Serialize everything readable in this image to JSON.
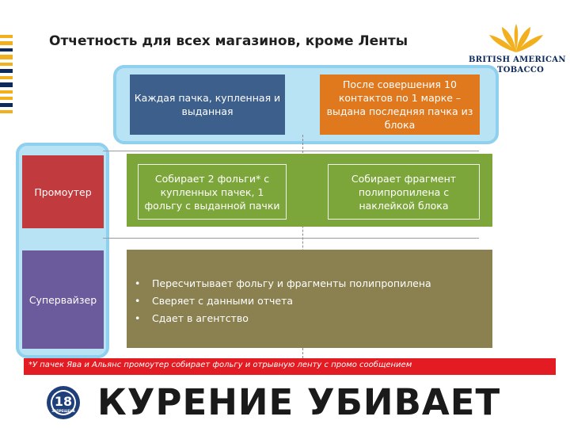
{
  "slide": {
    "title": "Отчетность для всех магазинов, кроме Ленты",
    "logo": {
      "line1": "BRITISH AMERICAN",
      "line2": "TOBACCO",
      "colors": {
        "leaf": "#f2b01e",
        "text": "#0e2a5a"
      }
    }
  },
  "roles": {
    "promoter": "Промоутер",
    "supervisor": "Супервайзер"
  },
  "top_row": {
    "left": "Каждая пачка, купленная и выданная",
    "right": "После совершения 10 контактов по 1 марке – выдана последняя пачка из блока"
  },
  "promoter_row": {
    "left": "Собирает  2 фольги* с купленных пачек, 1 фольгу с выданной пачки",
    "right": "Собирает фрагмент полипропилена с наклейкой блока"
  },
  "supervisor_tasks": [
    "Пересчитывает фольгу и фрагменты полипропилена",
    "Сверяет с данными отчета",
    "Сдает в агентство"
  ],
  "bullet_symbol": "•",
  "footnote": "*У пачек Ява и Альянс промоутер собирает фольгу и отрывную ленту с промо сообщением",
  "warning": {
    "text": "КУРЕНИЕ УБИВАЕТ",
    "age_number": "18",
    "age_label": "ЗАПРЕЩЕНА"
  },
  "colors": {
    "blue_container": "#b7e3f5",
    "dark_blue": "#3d5f8c",
    "orange": "#e0781e",
    "green": "#7da63a",
    "red": "#c13a3d",
    "purple": "#6b5a9c",
    "olive": "#8b8150",
    "warning_red": "#e31b23"
  }
}
